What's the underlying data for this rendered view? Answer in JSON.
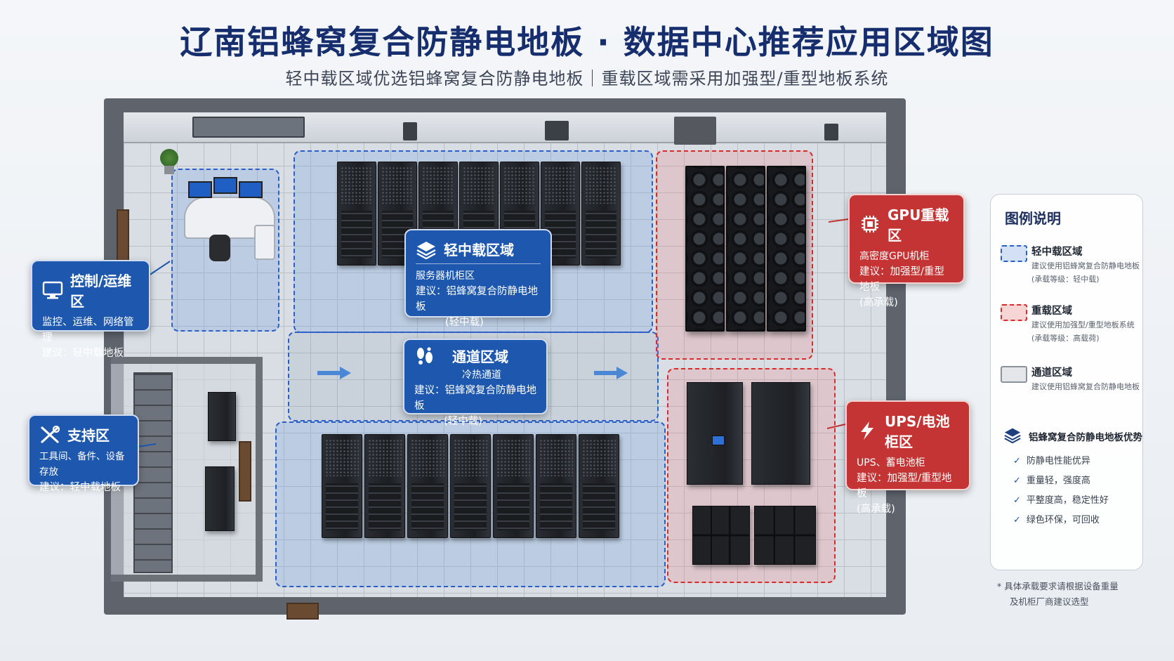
{
  "title": "辽南铝蜂窝复合防静电地板 · 数据中心推荐应用区域图",
  "subtitle": "轻中载区域优选铝蜂窝复合防静电地板｜重载区域需采用加强型/重型地板系统",
  "colors": {
    "light_zone": "#2a5fc7",
    "heavy_zone": "#d62c2c",
    "aisle_zone": "#7d8896",
    "callout_blue": "#1d57ae",
    "callout_red": "#c43434"
  },
  "callouts": {
    "control": {
      "icon": "monitor-icon",
      "title": "控制/运维区",
      "line1": "监控、运维、网络管理",
      "line2": "建议：轻中载地板"
    },
    "support": {
      "icon": "tools-icon",
      "title": "支持区",
      "line1": "工具间、备件、设备存放",
      "line2": "建议：轻中载地板"
    },
    "light": {
      "icon": "layers-icon",
      "title": "轻中载区域",
      "line1": "服务器机柜区",
      "line2": "建议：铝蜂窝复合防静电地板",
      "line3": "(轻中载)"
    },
    "aisle": {
      "icon": "footprints-icon",
      "title": "通道区域",
      "line1": "冷热通道",
      "line2": "建议：铝蜂窝复合防静电地板",
      "line3": "(轻中载)"
    },
    "gpu": {
      "icon": "chip-icon",
      "title": "GPU重载区",
      "line1": "高密度GPU机柜",
      "line2": "建议：加强型/重型地板",
      "line3": "(高承载)"
    },
    "ups": {
      "icon": "lightning-icon",
      "title": "UPS/电池柜区",
      "line1": "UPS、蓄电池柜",
      "line2": "建议：加强型/重型地板",
      "line3": "(高承载)"
    }
  },
  "legend": {
    "title": "图例说明",
    "items": [
      {
        "name": "轻中载区域",
        "desc1": "建议使用铝蜂窝复合防静电地板",
        "desc2": "(承载等级：轻中载)"
      },
      {
        "name": "重载区域",
        "desc1": "建议使用加强型/重型地板系统",
        "desc2": "(承载等级：高载荷)"
      },
      {
        "name": "通道区域",
        "desc1": "建议使用铝蜂窝复合防静电地板",
        "desc2": ""
      }
    ],
    "advantages_title": "铝蜂窝复合防静电地板优势",
    "advantages": [
      "防静电性能优异",
      "重量轻，强度高",
      "平整度高，稳定性好",
      "绿色环保，可回收"
    ]
  },
  "note": {
    "line1": "*  具体承载要求请根据设备重量",
    "line2": "及机柜厂商建议选型"
  }
}
